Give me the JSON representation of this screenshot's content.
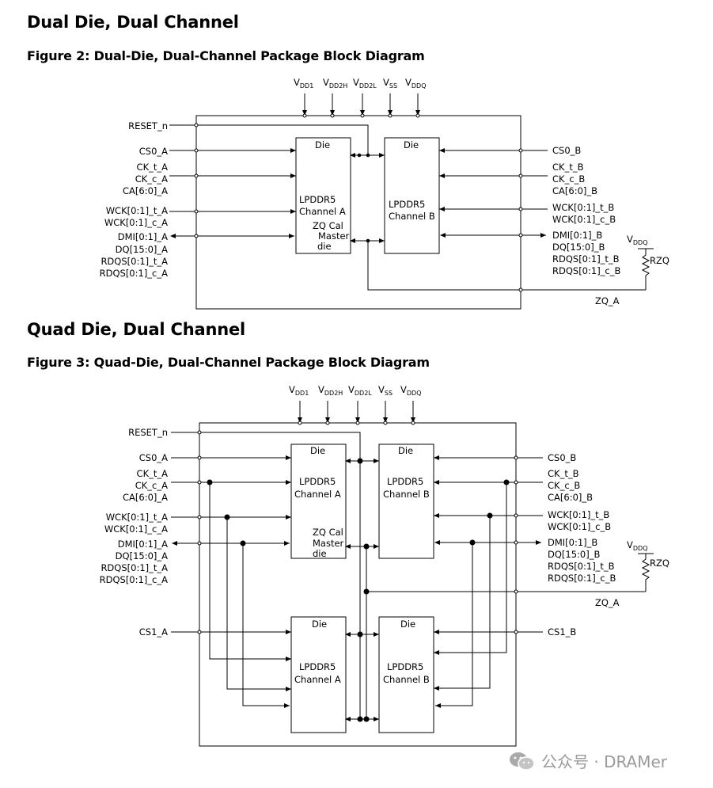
{
  "sections": [
    {
      "heading": "Dual Die, Dual Channel",
      "figure_title": "Figure 2: Dual-Die, Dual-Channel Package Block Diagram",
      "supplies": [
        {
          "base": "V",
          "sub": "DD1"
        },
        {
          "base": "V",
          "sub": "DD2H"
        },
        {
          "base": "V",
          "sub": "DD2L"
        },
        {
          "base": "V",
          "sub": "SS"
        },
        {
          "base": "V",
          "sub": "DDQ"
        }
      ],
      "left_signals": [
        "RESET_n",
        "CS0_A",
        "CK_t_A",
        "CK_c_A",
        "CA[6:0]_A",
        "WCK[0:1]_t_A",
        "WCK[0:1]_c_A",
        "DMI[0:1]_A",
        "DQ[15:0]_A",
        "RDQS[0:1]_t_A",
        "RDQS[0:1]_c_A"
      ],
      "right_signals": [
        "CS0_B",
        "CK_t_B",
        "CK_c_B",
        "CA[6:0]_B",
        "WCK[0:1]_t_B",
        "WCK[0:1]_c_B",
        "DMI[0:1]_B",
        "DQ[15:0]_B",
        "RDQS[0:1]_t_B",
        "RDQS[0:1]_c_B"
      ],
      "dies": [
        {
          "title": "Die",
          "lines": [
            "LPDDR5",
            "Channel A"
          ],
          "zq": [
            "ZQ Cal",
            "Master",
            "die"
          ]
        },
        {
          "title": "Die",
          "lines": [
            "LPDDR5",
            "Channel B"
          ]
        }
      ],
      "zq_label": "ZQ_A",
      "rzq_label": "RZQ",
      "vddq_label": {
        "base": "V",
        "sub": "DDQ"
      }
    },
    {
      "heading": "Quad Die, Dual Channel",
      "figure_title": "Figure 3: Quad-Die, Dual-Channel Package Block Diagram",
      "supplies": [
        {
          "base": "V",
          "sub": "DD1"
        },
        {
          "base": "V",
          "sub": "DD2H"
        },
        {
          "base": "V",
          "sub": "DD2L"
        },
        {
          "base": "V",
          "sub": "SS"
        },
        {
          "base": "V",
          "sub": "DDQ"
        }
      ],
      "left_signals": [
        "RESET_n",
        "CS0_A",
        "CK_t_A",
        "CK_c_A",
        "CA[6:0]_A",
        "WCK[0:1]_t_A",
        "WCK[0:1]_c_A",
        "DMI[0:1]_A",
        "DQ[15:0]_A",
        "RDQS[0:1]_t_A",
        "RDQS[0:1]_c_A",
        "CS1_A"
      ],
      "right_signals": [
        "CS0_B",
        "CK_t_B",
        "CK_c_B",
        "CA[6:0]_B",
        "WCK[0:1]_t_B",
        "WCK[0:1]_c_B",
        "DMI[0:1]_B",
        "DQ[15:0]_B",
        "RDQS[0:1]_t_B",
        "RDQS[0:1]_c_B",
        "CS1_B"
      ],
      "dies": [
        {
          "title": "Die",
          "lines": [
            "LPDDR5",
            "Channel A"
          ],
          "zq": [
            "ZQ Cal",
            "Master",
            "die"
          ]
        },
        {
          "title": "Die",
          "lines": [
            "LPDDR5",
            "Channel B"
          ]
        },
        {
          "title": "Die",
          "lines": [
            "LPDDR5",
            "Channel A"
          ]
        },
        {
          "title": "Die",
          "lines": [
            "LPDDR5",
            "Channel B"
          ]
        }
      ],
      "zq_label": "ZQ_A",
      "rzq_label": "RZQ",
      "vddq_label": {
        "base": "V",
        "sub": "DDQ"
      }
    }
  ],
  "watermark": "公众号 · DRAMer"
}
